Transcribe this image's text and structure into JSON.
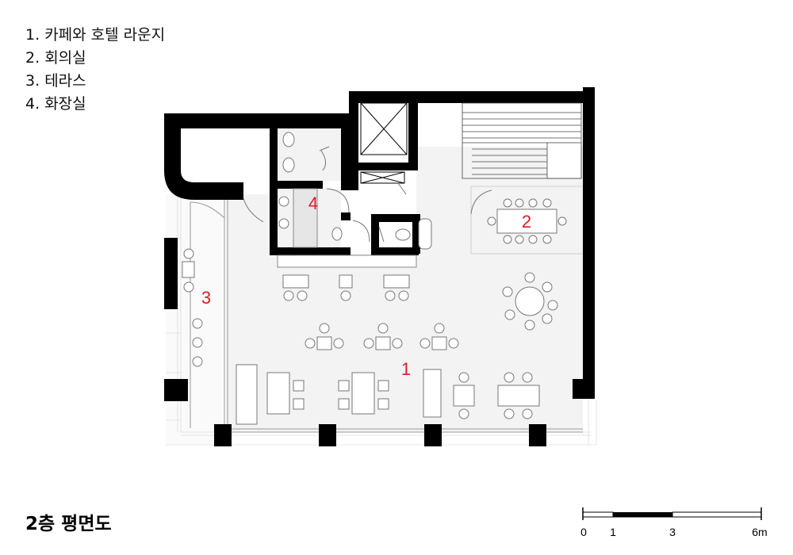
{
  "legend": [
    {
      "num": "1.",
      "name": "카페와 호텔 라운지"
    },
    {
      "num": "2.",
      "name": "회의실"
    },
    {
      "num": "3.",
      "name": "테라스"
    },
    {
      "num": "4.",
      "name": "화장실"
    }
  ],
  "room_numbers": [
    "1",
    "2",
    "3",
    "4"
  ],
  "room_label_color": "#d4202a",
  "wall_color": "#000000",
  "floor_color": "#f3f3f3",
  "terrace_color": "#fafafa",
  "plan_title": "2층 평면도",
  "scale_bar": {
    "ticks": [
      "0",
      "1",
      "3",
      "6m"
    ]
  }
}
